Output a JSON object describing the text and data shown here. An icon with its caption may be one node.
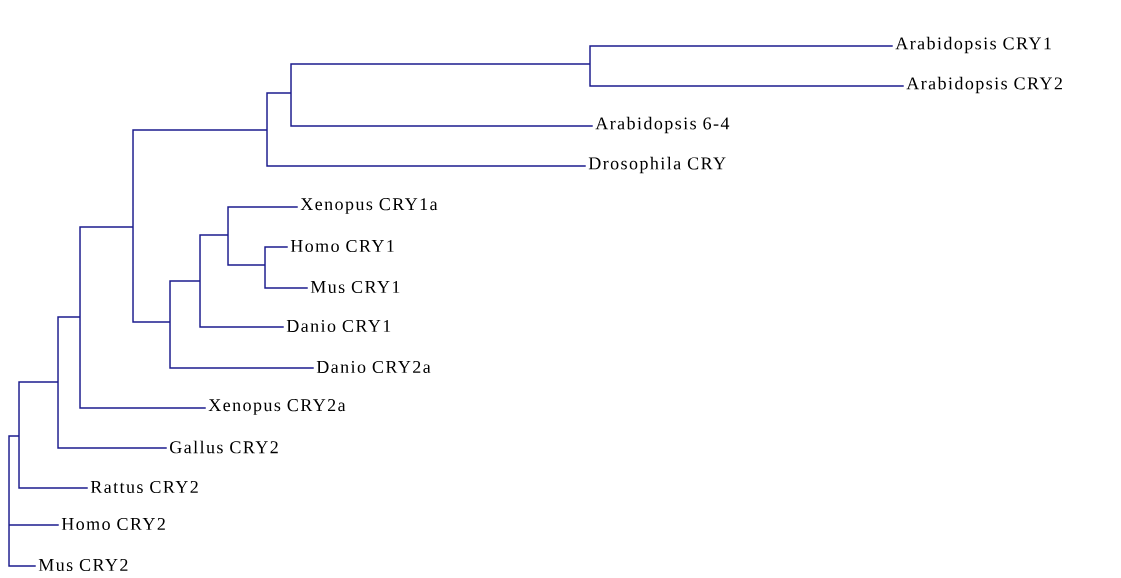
{
  "diagram": {
    "labels": [
      "Arabidopsis CRY1",
      "Arabidopsis CRY2",
      "Arabidopsis 6-4",
      "Drosophila CRY",
      "Xenopus CRY1a",
      "Homo CRY1",
      "Mus CRY1",
      "Danio CRY1",
      "Danio CRY2a",
      "Xenopus CRY2a",
      "Gallus CRY2",
      "Rattus CRY2",
      "Homo CRY2",
      "Mus CRY2"
    ]
  }
}
